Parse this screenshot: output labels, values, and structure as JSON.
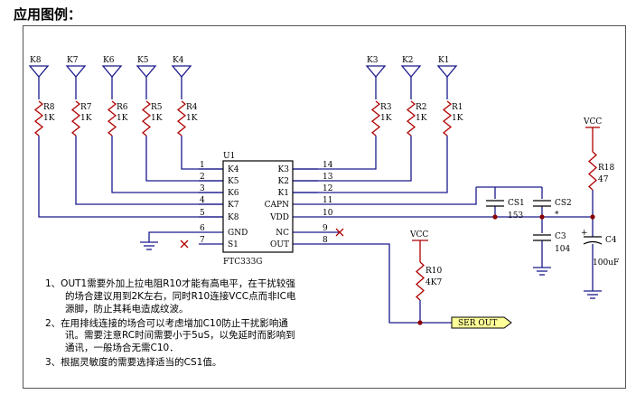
{
  "heading": "应用图例：",
  "chip": {
    "ref": "U1",
    "part": "FTC333G",
    "left_pins": [
      {
        "num": "1",
        "name": "K4"
      },
      {
        "num": "2",
        "name": "K5"
      },
      {
        "num": "3",
        "name": "K6"
      },
      {
        "num": "4",
        "name": "K7"
      },
      {
        "num": "5",
        "name": "K8"
      },
      {
        "num": "6",
        "name": "GND"
      },
      {
        "num": "7",
        "name": "S1"
      }
    ],
    "right_pins": [
      {
        "num": "14",
        "name": "K3"
      },
      {
        "num": "13",
        "name": "K2"
      },
      {
        "num": "12",
        "name": "K1"
      },
      {
        "num": "11",
        "name": "CAPN"
      },
      {
        "num": "10",
        "name": "VDD"
      },
      {
        "num": "9",
        "name": "NC"
      },
      {
        "num": "8",
        "name": "OUT"
      }
    ]
  },
  "keys_left": [
    {
      "key": "K8",
      "res": "R8",
      "val": "1K"
    },
    {
      "key": "K7",
      "res": "R7",
      "val": "1K"
    },
    {
      "key": "K6",
      "res": "R6",
      "val": "1K"
    },
    {
      "key": "K5",
      "res": "R5",
      "val": "1K"
    },
    {
      "key": "K4",
      "res": "R4",
      "val": "1K"
    }
  ],
  "keys_right": [
    {
      "key": "K3",
      "res": "R3",
      "val": "1K"
    },
    {
      "key": "K2",
      "res": "R2",
      "val": "1K"
    },
    {
      "key": "K1",
      "res": "R1",
      "val": "1K"
    }
  ],
  "components": {
    "cs1": {
      "ref": "CS1",
      "val": "153"
    },
    "cs2": {
      "ref": "CS2",
      "val": "*"
    },
    "c3": {
      "ref": "C3",
      "val": "104"
    },
    "c4": {
      "ref": "C4",
      "val": "100uF"
    },
    "r18": {
      "ref": "R18",
      "val": "47"
    },
    "r10": {
      "ref": "R10",
      "val": "4K7"
    },
    "vcc1": "VCC",
    "vcc2": "VCC",
    "ser_out": "SER OUT"
  },
  "notes": [
    "1、OUT1需要外加上拉电阻R10才能有高电平，在干扰较强",
    "的场合建议用到2K左右，同时R10连接VCC点而非IC电",
    "源脚，防止其耗电造成纹波。",
    "2、在用排线连接的场合可以考虑增加C10防止干扰影响通",
    "讯。需要注意RC时间需要小于5uS，以免延时而影响到",
    "通讯，一般场合无需C10．",
    "3、根据灵敏度的需要选择适当的CS1值。"
  ]
}
